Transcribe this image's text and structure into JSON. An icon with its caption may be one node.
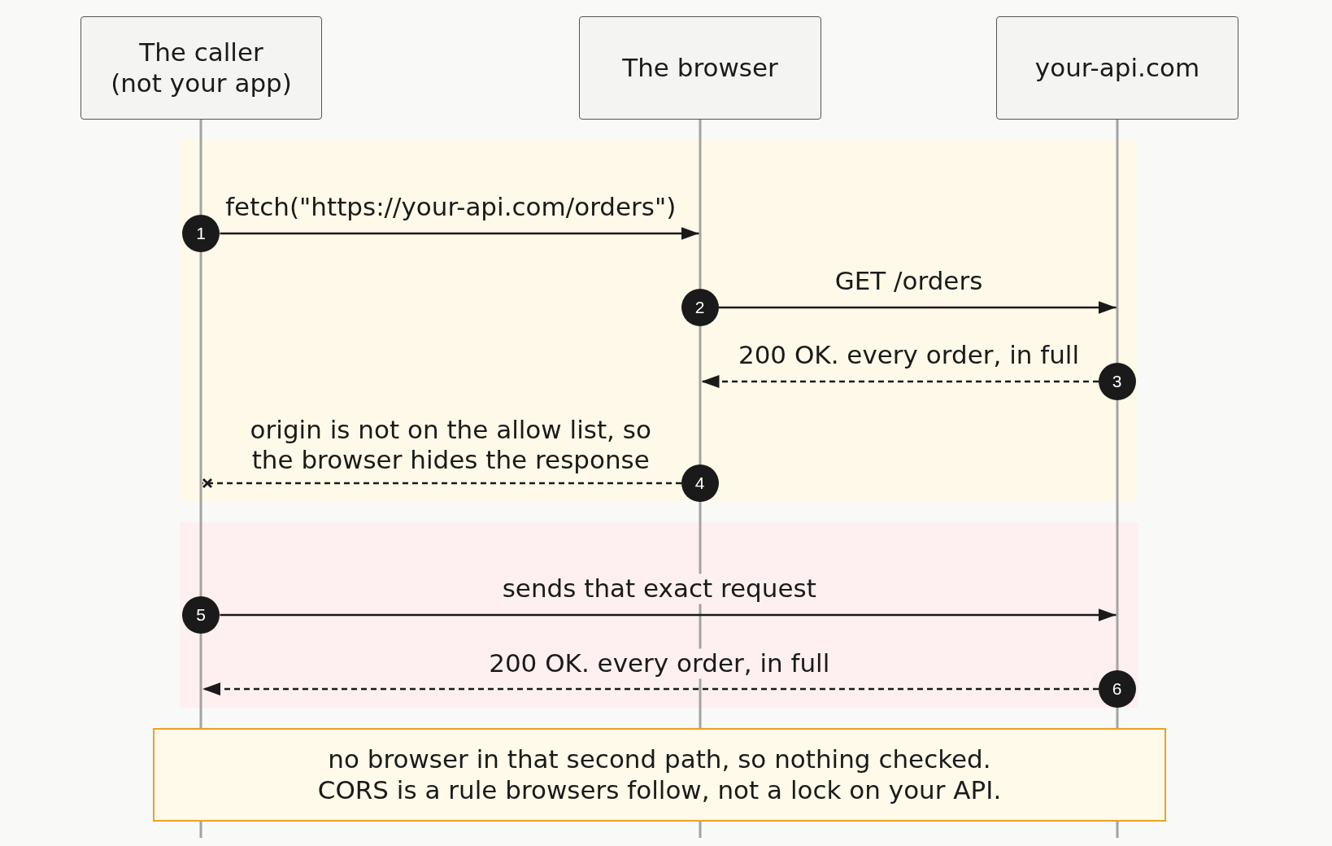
{
  "diagram": {
    "nodes": [
      {
        "text": [
          "The caller (not your app)"
        ]
      },
      {
        "text": [
          "The browser"
        ]
      },
      {
        "text": [
          "your-api.com"
        ]
      },
      {
        "text": [
          "no browser in that second path, so nothing checked. CORS is a rule browsers follow, not a lock on your API."
        ]
      }
    ],
    "edges": [
      {
        "from": 0,
        "to": 1,
        "arrow": "to",
        "label": "fetch(\"https://your-api.com/orders\")"
      },
      {
        "from": 1,
        "to": 2,
        "arrow": "to",
        "label": "GET /orders"
      },
      {
        "from": 2,
        "to": 1,
        "arrow": "to",
        "label": "200 OK. every order, in full",
        "style": "dashed"
      },
      {
        "from": 1,
        "to": 0,
        "arrow": "other",
        "label": "origin is not on the allow list, so the browser hides the response",
        "style": "dashed"
      },
      {
        "from": 0,
        "to": 2,
        "arrow": "to",
        "label": "sends that exact request"
      },
      {
        "from": 2,
        "to": 0,
        "arrow": "to",
        "label": "200 OK. every order, in full",
        "style": "dashed"
      }
    ],
    "labels": [
      "1",
      "2",
      "3",
      "4",
      "5",
      "6"
    ]
  }
}
